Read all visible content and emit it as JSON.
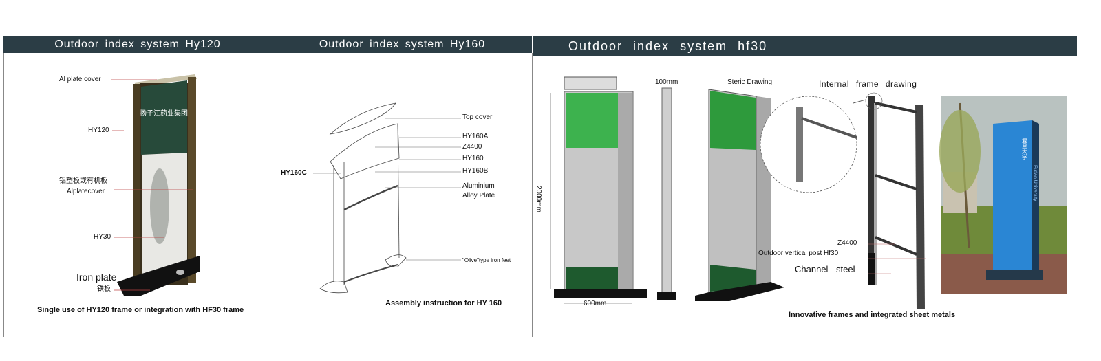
{
  "panels": [
    {
      "title": "Outdoor index system Hy120",
      "labels": {
        "al_plate_cover": "Al plate cover",
        "hy120": "HY120",
        "cn_plate": "铝塑板或有机板",
        "alplatecover": "Alplatecover",
        "hy30": "HY30",
        "iron_plate": "Iron plate",
        "iron_plate_cn": "铁板"
      },
      "sign_text_cn": "扬子江药业集团",
      "caption": "Single use of HY120 frame or integration with HF30 frame"
    },
    {
      "title": "Outdoor index system Hy160",
      "labels": {
        "top_cover": "Top cover",
        "hy160a": "HY160A",
        "z4400": "Z4400",
        "hy160": "HY160",
        "hy160b": "HY160B",
        "hy160c": "HY160C",
        "aluminium_1": "Aluminium",
        "aluminium_2": "Alloy Plate",
        "olive_feet": "\"Olive\"type iron feet"
      },
      "caption": "Assembly instruction for HY 160"
    },
    {
      "title": "Outdoor index system hf30",
      "labels": {
        "width_100": "100mm",
        "height_2000": "2000mm",
        "width_600": "600mm",
        "steric": "Steric Drawing",
        "internal_frame": "Internal frame drawing",
        "z4400": "Z4400",
        "vertical_post": "Outdoor vertical post Hf30",
        "channel_steel": "Channel steel"
      },
      "photo_sign_cn": "复旦大学",
      "photo_sign_en": "Fudan University",
      "caption": "Innovative frames and integrated sheet metals"
    }
  ],
  "colors": {
    "header": "#2b3d45",
    "sign_green": "#3db24e",
    "dark_green": "#1e5a2e",
    "blue_sign": "#2a86d4",
    "frame_bronze": "#5a4a2a"
  }
}
